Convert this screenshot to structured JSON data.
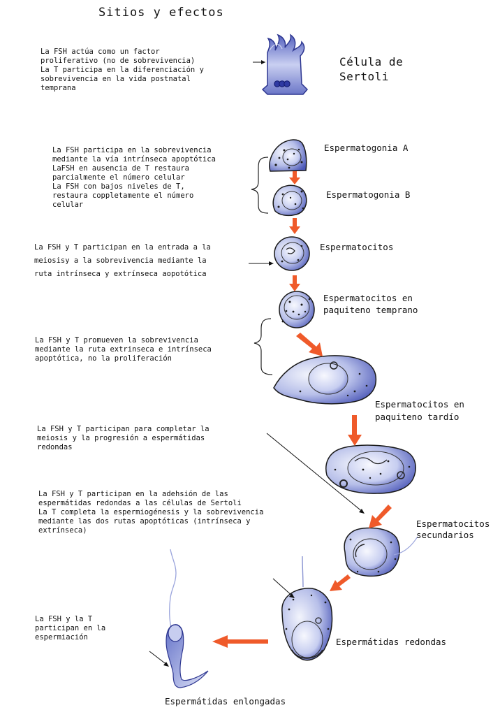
{
  "title": "Sitios y efectos",
  "notes": {
    "sertoli": "La FSH actúa como un factor\nproliferativo (no de sobrevivencia)\nLa T participa en la diferenciación y\nsobrevivencia en la vida postnatal\ntemprana",
    "espermatogonia": "La FSH participa en la sobrevivencia\nmediante la vía intrínseca apoptótica\nLaFSH en ausencia de T restaura\nparcialmente el número celular\nLa FSH con bajos niveles de T,\nrestaura coppletamente el número\ncelular",
    "espermatocitos": "La FSH y T participan en la entrada a la\nmeiosisy a la sobrevivencia mediante la\nruta intrínseca y extrínseca aopotótica",
    "paquiteno": "La FSH y T promueven la sobrevivencia\nmediante la ruta extrinseca e intrínseca\napoptótica, no la proliferación",
    "meiosis": "La FSH y T participan para completar la\nmeiosis y la progresión a espermátidas\nredondas",
    "adhesion": "La FSH y T participan en la adehsión de las\nespermátidas redondas a las células de Sertoli\nLa T completa la espermiogénesis y la sobrevivencia\nmediante las dos rutas apoptóticas (intrínseca y\nextrínseca)",
    "espermiacion": "La FSH y la T\nparticipan en la\nespermiación"
  },
  "labels": {
    "sertoli": "Célula de\nSertoli",
    "espermatogonia_a": "Espermatogonia A",
    "espermatogonia_b": "Espermatogonia B",
    "espermatocitos": "Espermatocitos",
    "paquiteno_temprano": "Espermatocitos en\npaquiteno temprano",
    "paquiteno_tardio": "Espermatocitos en\npaquiteno tardío",
    "secundarios": "Espermatocitos\nsecundarios",
    "redondas": "Espermátidas redondas",
    "elongadas": "Espermátidas enlongadas"
  },
  "colors": {
    "arrow": "#ef5a2a",
    "cell_fill": "#aab4e6",
    "cell_dark": "#3a46a8",
    "outline": "#1a1a1a"
  }
}
